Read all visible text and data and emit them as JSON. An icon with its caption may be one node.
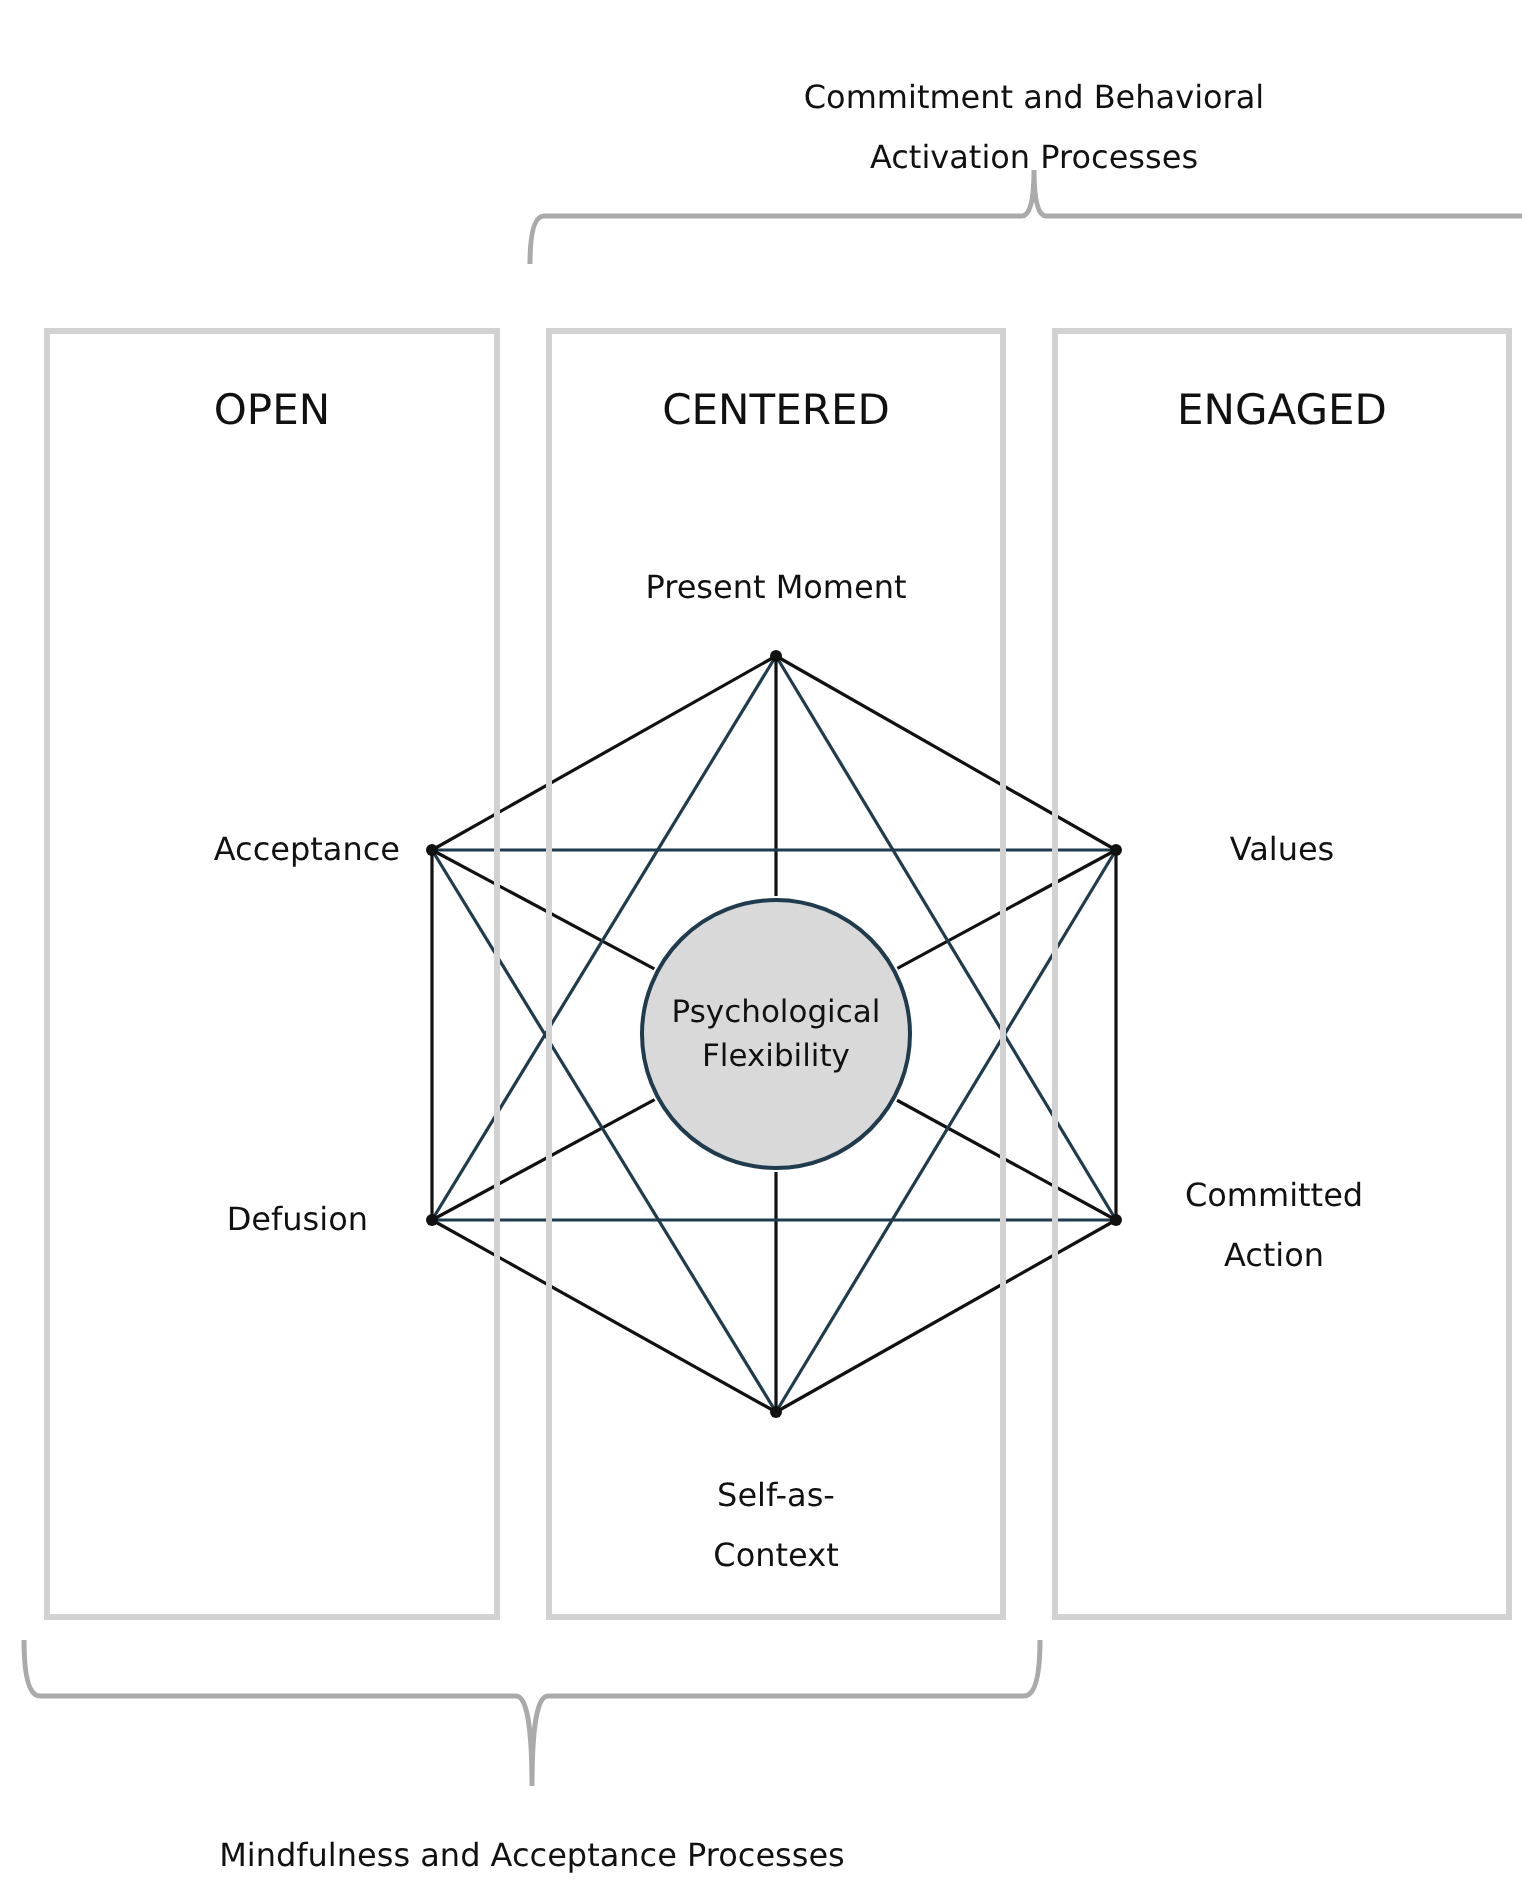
{
  "diagram": {
    "nodes": [
      {
        "text": [
          "OPEN"
        ]
      },
      {
        "text": [
          "CENTERED"
        ]
      },
      {
        "text": [
          "ENGAGED"
        ]
      },
      {
        "text": [],
        "shape": "point",
        "beside": [
          "Present Moment"
        ],
        "in": 1
      },
      {
        "text": [],
        "shape": "point",
        "beside": [
          "Acceptance"
        ],
        "in": 0
      },
      {
        "text": [],
        "shape": "point",
        "beside": [
          "Values"
        ],
        "in": 2
      },
      {
        "text": [
          "Psychological Flexibility"
        ],
        "in": 1
      },
      {
        "text": [],
        "shape": "point",
        "beside": [
          "Defusion"
        ],
        "in": 0
      },
      {
        "text": [],
        "shape": "point",
        "beside": [
          "Committed Action"
        ],
        "in": 2
      },
      {
        "text": [],
        "shape": "point",
        "beside": [
          "Self-as-Context"
        ],
        "in": 1
      }
    ],
    "edges": [
      {
        "from": 3,
        "to": 4,
        "arrow": "none"
      },
      {
        "from": 3,
        "to": 5,
        "arrow": "none"
      },
      {
        "from": 4,
        "to": 7,
        "arrow": "none"
      },
      {
        "from": 5,
        "to": 8,
        "arrow": "none"
      },
      {
        "from": 7,
        "to": 9,
        "arrow": "none"
      },
      {
        "from": 8,
        "to": 9,
        "arrow": "none"
      },
      {
        "from": 3,
        "to": 6,
        "arrow": "none"
      },
      {
        "from": 4,
        "to": 6,
        "arrow": "none"
      },
      {
        "from": 5,
        "to": 6,
        "arrow": "none"
      },
      {
        "from": 7,
        "to": 6,
        "arrow": "none"
      },
      {
        "from": 8,
        "to": 6,
        "arrow": "none"
      },
      {
        "from": 9,
        "to": 6,
        "arrow": "none"
      },
      {
        "from": 3,
        "to": 7,
        "arrow": "none",
        "color": "#1f3b4d"
      },
      {
        "from": 3,
        "to": 8,
        "arrow": "none",
        "color": "#1f3b4d"
      },
      {
        "from": 7,
        "to": 8,
        "arrow": "none",
        "color": "#1f3b4d"
      },
      {
        "from": 4,
        "to": 5,
        "arrow": "none",
        "color": "#1f3b4d"
      },
      {
        "from": 4,
        "to": 9,
        "arrow": "none",
        "color": "#1f3b4d"
      },
      {
        "from": 5,
        "to": 9,
        "arrow": "none",
        "color": "#1f3b4d"
      }
    ],
    "labels": [
      "Commitment and Behavioral Activation Processes",
      "Mindfulness and Acceptance Processes"
    ]
  }
}
